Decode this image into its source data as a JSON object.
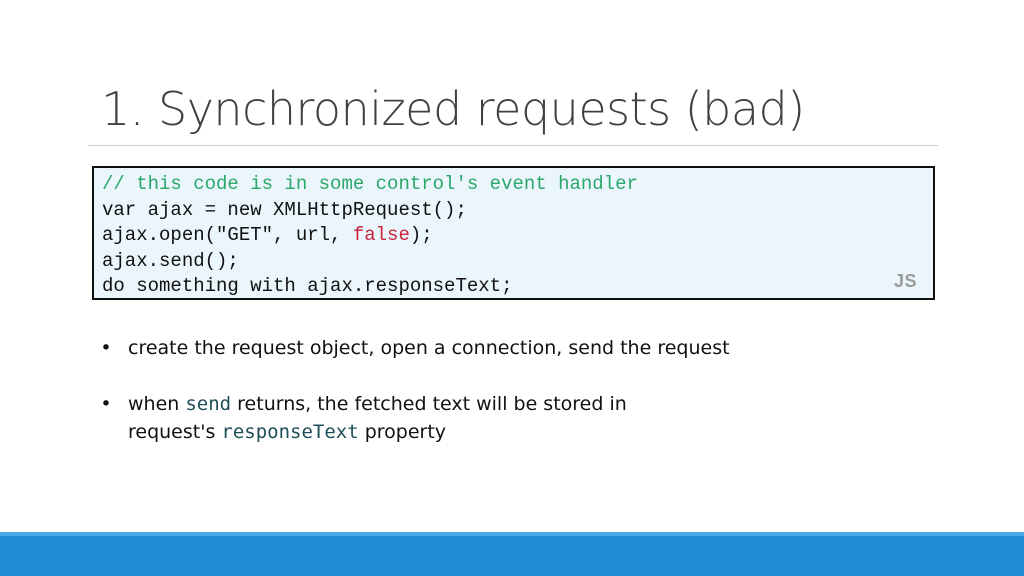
{
  "slide": {
    "title": "1. Synchronized requests (bad)"
  },
  "code_block": {
    "language_badge": "JS",
    "lines": [
      {
        "comment": "// this code is in some control's event handler"
      },
      {
        "text": "var ajax = new XMLHttpRequest();"
      },
      {
        "before": "ajax.open(\"GET\", url, ",
        "keyword": "false",
        "after": ");"
      },
      {
        "text": "ajax.send();"
      },
      {
        "text": "do something with ajax.responseText;"
      }
    ]
  },
  "bullets": [
    {
      "bullet_char": "•",
      "text": "create the request object, open a connection, send the request"
    },
    {
      "bullet_char": "•",
      "text_before": "when ",
      "code_1": "send",
      "text_middle": " returns, the fetched text will be stored in",
      "text_line2": "request's ",
      "code_2": "responseText",
      "text_after": " property"
    }
  ],
  "colors": {
    "code_background": "#eaf5fc",
    "comment": "#2ba86a",
    "keyword": "#c8243b",
    "footer_bar": "#1d8bd6",
    "title_text": "#404040"
  }
}
